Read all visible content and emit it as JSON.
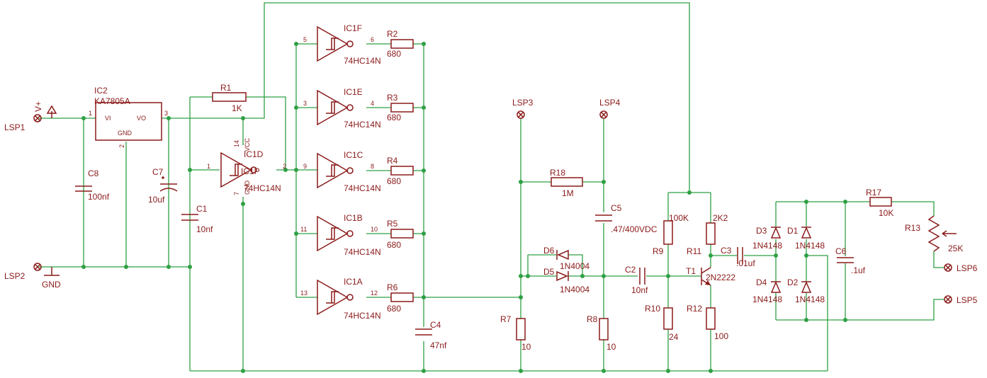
{
  "colors": {
    "wire": "#2ea043",
    "component": "#8b1a1a",
    "background": "#ffffff"
  },
  "ports": {
    "lsp1": "LSP1",
    "lsp2": "LSP2",
    "lsp3": "LSP3",
    "lsp4": "LSP4",
    "lsp5": "LSP5",
    "lsp6": "LSP6",
    "vplus": "V+",
    "gnd": "GND"
  },
  "regulator": {
    "name": "IC2",
    "part": "KA7805A",
    "vi": "VI",
    "vo": "VO",
    "gnd": "GND",
    "pin1": "1",
    "pin2": "2",
    "pin3": "3"
  },
  "ic1d": {
    "name": "IC1D",
    "part": "74HC14N",
    "sub": "IC1P",
    "vcc": "VCC",
    "gnd": "GND",
    "pin_in": "1",
    "pin_out": "2",
    "pin14": "14",
    "pin7": "7"
  },
  "inverters": [
    {
      "name": "IC1F",
      "part": "74HC14N",
      "pin_in": "5",
      "pin_out": "6",
      "r_name": "R2",
      "r_value": "680"
    },
    {
      "name": "IC1E",
      "part": "74HC14N",
      "pin_in": "3",
      "pin_out": "4",
      "r_name": "R3",
      "r_value": "680"
    },
    {
      "name": "IC1C",
      "part": "74HC14N",
      "pin_in": "9",
      "pin_out": "8",
      "r_name": "R4",
      "r_value": "680"
    },
    {
      "name": "IC1B",
      "part": "74HC14N",
      "pin_in": "11",
      "pin_out": "10",
      "r_name": "R5",
      "r_value": "680"
    },
    {
      "name": "IC1A",
      "part": "74HC14N",
      "pin_in": "13",
      "pin_out": "12",
      "r_name": "R6",
      "r_value": "680"
    }
  ],
  "resistors": {
    "r1": {
      "name": "R1",
      "value": "1K"
    },
    "r7": {
      "name": "R7",
      "value": "10"
    },
    "r8": {
      "name": "R8",
      "value": "10"
    },
    "r9": {
      "name": "R9",
      "value": "100K"
    },
    "r10": {
      "name": "R10",
      "value": "24"
    },
    "r11": {
      "name": "R11",
      "value": "2K2"
    },
    "r12": {
      "name": "R12",
      "value": "100"
    },
    "r17": {
      "name": "R17",
      "value": "10K"
    },
    "r18": {
      "name": "R18",
      "value": "1M"
    },
    "r13": {
      "name": "R13",
      "value": "25K"
    }
  },
  "capacitors": {
    "c1": {
      "name": "C1",
      "value": "10nf"
    },
    "c2": {
      "name": "C2",
      "value": "10nf"
    },
    "c3": {
      "name": "C3",
      "value": ".01uf"
    },
    "c4": {
      "name": "C4",
      "value": "47nf"
    },
    "c5": {
      "name": "C5",
      "value": ".47/400VDC"
    },
    "c6": {
      "name": "C6",
      "value": ".1uf"
    },
    "c7": {
      "name": "C7",
      "value": "10uf"
    },
    "c8": {
      "name": "C8",
      "value": "100nf"
    }
  },
  "diodes": {
    "d1": {
      "name": "D1",
      "value": "1N4148"
    },
    "d2": {
      "name": "D2",
      "value": "1N4148"
    },
    "d3": {
      "name": "D3",
      "value": "1N4148"
    },
    "d4": {
      "name": "D4",
      "value": "1N4148"
    },
    "d5": {
      "name": "D5",
      "value": "1N4004"
    },
    "d6": {
      "name": "D6",
      "value": "1N4004"
    }
  },
  "transistor": {
    "name": "T1",
    "part": "2N2222"
  }
}
